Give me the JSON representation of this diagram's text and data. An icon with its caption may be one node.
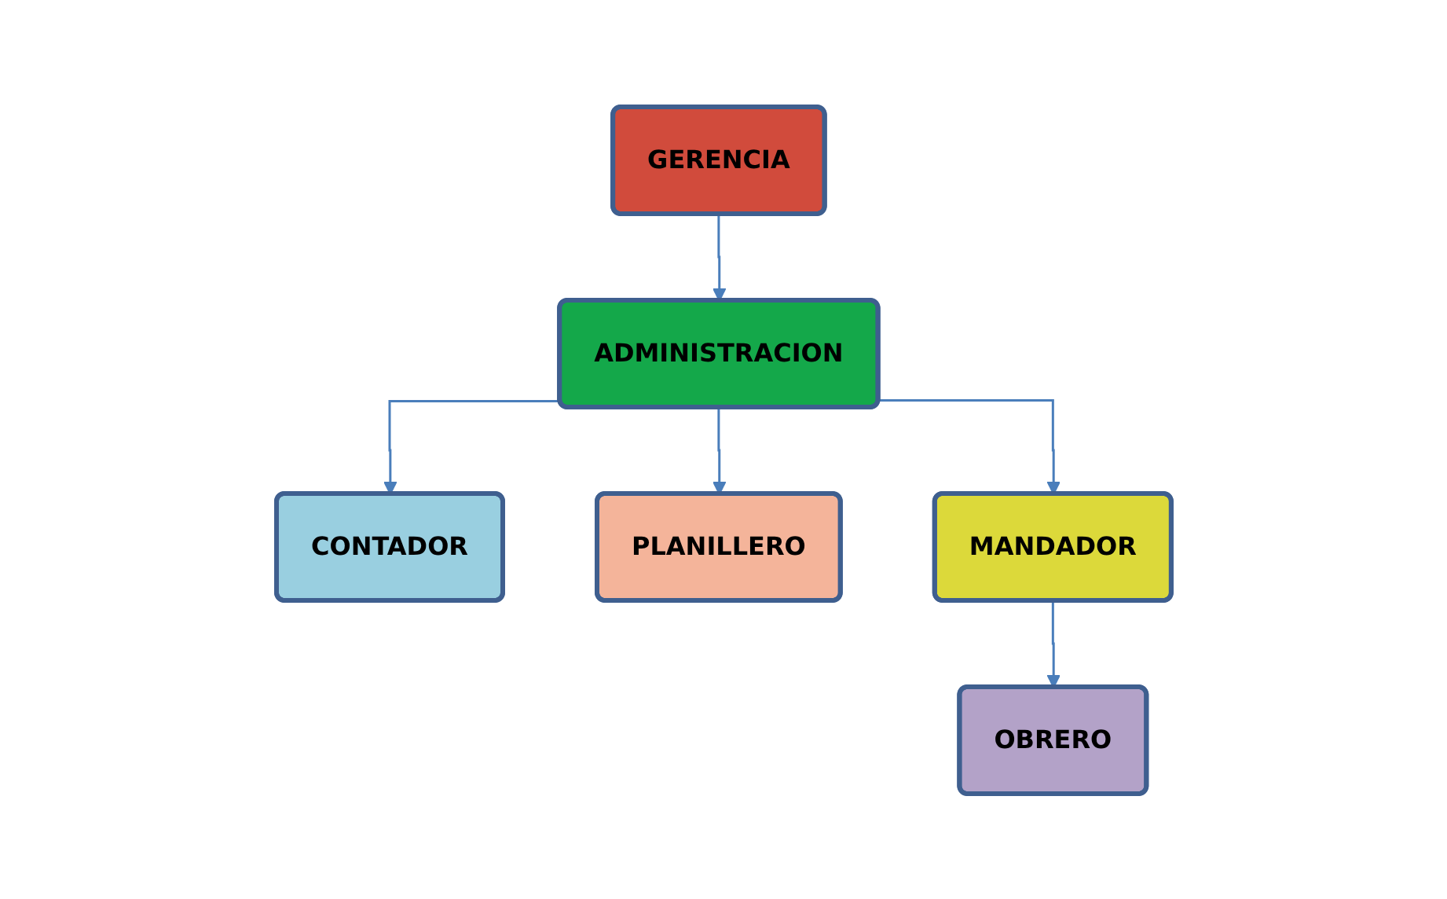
{
  "diagram": {
    "nodes": [
      {
        "text": [
          "GERENCIA"
        ]
      },
      {
        "text": [
          "ADMINISTRACION"
        ]
      },
      {
        "text": [
          "CONTADOR"
        ]
      },
      {
        "text": [
          "PLANILLERO"
        ]
      },
      {
        "text": [
          "MANDADOR"
        ]
      },
      {
        "text": [
          "OBRERO"
        ]
      }
    ],
    "edges": [
      {
        "from": 0,
        "to": 1,
        "arrow": "to"
      },
      {
        "from": 1,
        "to": 2,
        "arrow": "to"
      },
      {
        "from": 1,
        "to": 3,
        "arrow": "to"
      },
      {
        "from": 1,
        "to": 4,
        "arrow": "to"
      },
      {
        "from": 4,
        "to": 5,
        "arrow": "to"
      }
    ]
  }
}
